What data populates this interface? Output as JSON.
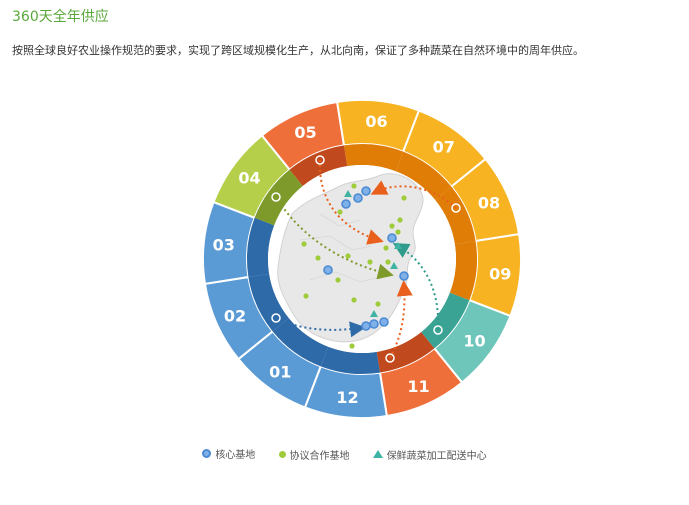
{
  "header": {
    "title": "360天全年供应",
    "description": "按照全球良好农业操作规范的要求，实现了跨区域规模化生产，从北向南，保证了多种蔬菜在自然环境中的周年供应。"
  },
  "months": [
    {
      "label": "01",
      "color": "#5b9bd5",
      "inner": "#2f6aa8"
    },
    {
      "label": "02",
      "color": "#5b9bd5",
      "inner": "#2f6aa8"
    },
    {
      "label": "03",
      "color": "#5b9bd5",
      "inner": "#2f6aa8"
    },
    {
      "label": "04",
      "color": "#b5cf4a",
      "inner": "#7d9a2a"
    },
    {
      "label": "05",
      "color": "#ee6f3a",
      "inner": "#c04a1d"
    },
    {
      "label": "06",
      "color": "#f7b322",
      "inner": "#e07d07"
    },
    {
      "label": "07",
      "color": "#f7b322",
      "inner": "#e07d07"
    },
    {
      "label": "08",
      "color": "#f7b322",
      "inner": "#e07d07"
    },
    {
      "label": "09",
      "color": "#f7b322",
      "inner": "#e07d07"
    },
    {
      "label": "10",
      "color": "#6ec6bb",
      "inner": "#3aa394"
    },
    {
      "label": "11",
      "color": "#ee6f3a",
      "inner": "#c04a1d"
    },
    {
      "label": "12",
      "color": "#5b9bd5",
      "inner": "#2f6aa8"
    }
  ],
  "legend": [
    {
      "type": "core",
      "label": "核心基地"
    },
    {
      "type": "partner",
      "label": "协议合作基地"
    },
    {
      "type": "center",
      "label": "保鲜蔬菜加工配送中心"
    }
  ]
}
